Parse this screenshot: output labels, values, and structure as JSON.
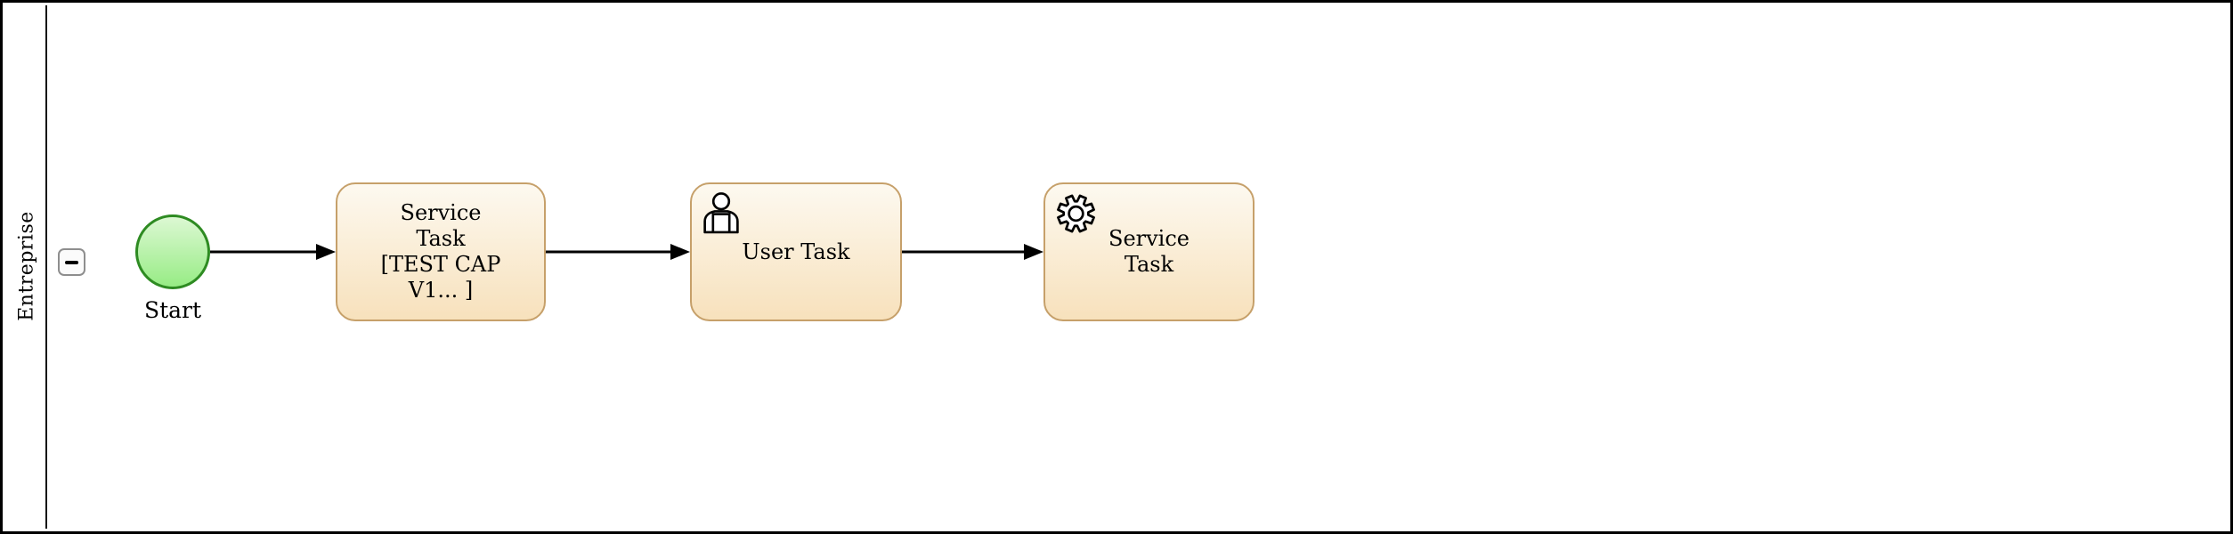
{
  "lane": {
    "label": "Entreprise",
    "collapse_icon": "minus-icon"
  },
  "flow": {
    "start_event": {
      "label": "Start"
    },
    "tasks": [
      {
        "id": "service-task-1",
        "icon": "none",
        "lines": [
          "Service",
          "Task",
          "[TEST CAP",
          "V1... ]"
        ]
      },
      {
        "id": "user-task",
        "icon": "user-icon",
        "lines": [
          "User Task"
        ]
      },
      {
        "id": "service-task-2",
        "icon": "gear-icon",
        "lines": [
          "Service",
          "Task"
        ]
      }
    ]
  },
  "colors": {
    "task_border": "#c6a06a",
    "task_fill_top": "#fdf9f0",
    "task_fill_bottom": "#f7e1bc",
    "event_border": "#2e8b22",
    "event_fill_top": "#dcf8d3",
    "event_fill_bottom": "#97ec85"
  }
}
